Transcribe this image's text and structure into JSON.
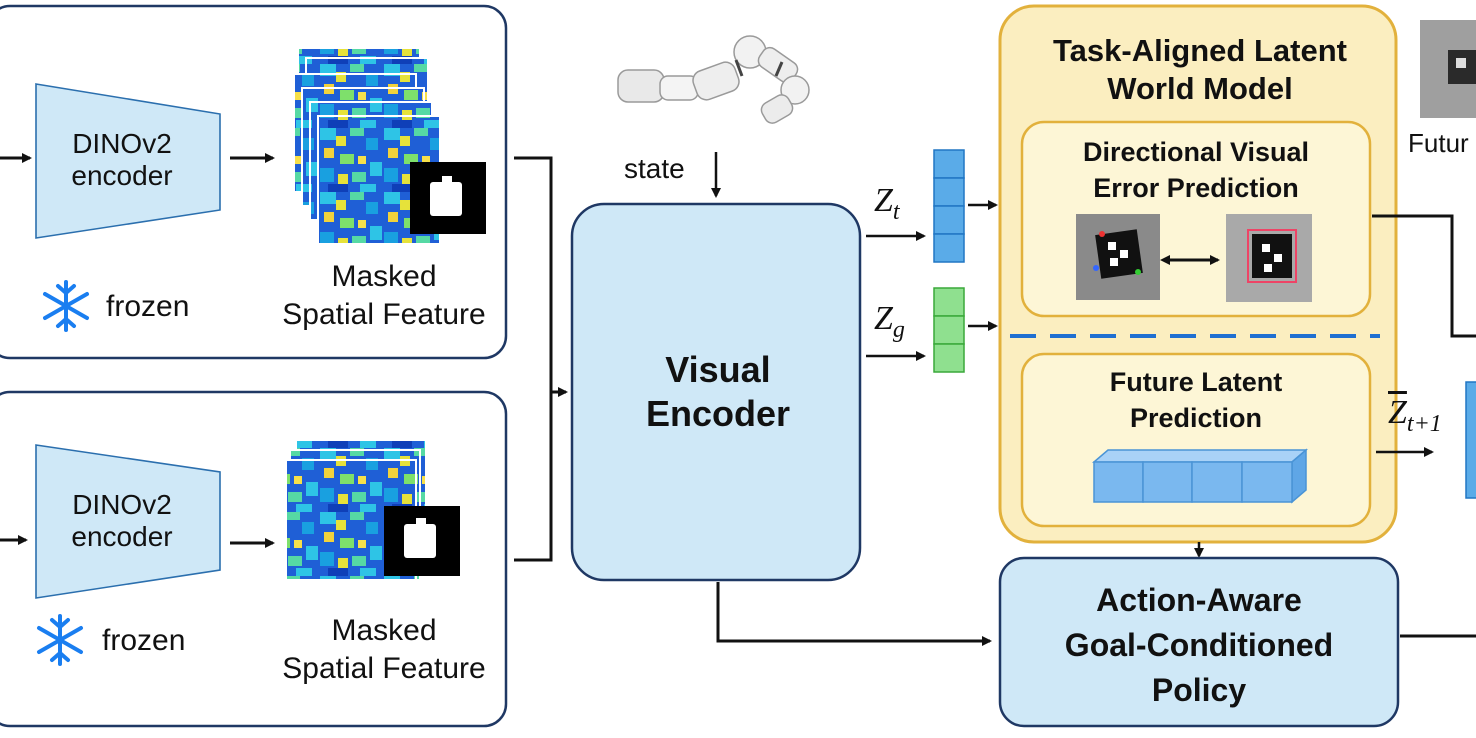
{
  "panels": [
    {
      "encoder_line1": "DINOv2",
      "encoder_line2": "encoder",
      "frozen_label": "frozen",
      "feature_line1": "Masked",
      "feature_line2": "Spatial Feature"
    },
    {
      "encoder_line1": "DINOv2",
      "encoder_line2": "encoder",
      "frozen_label": "frozen",
      "feature_line1": "Masked",
      "feature_line2": "Spatial Feature"
    }
  ],
  "state_label": "state",
  "visual_encoder": {
    "line1": "Visual",
    "line2": "Encoder"
  },
  "latents": {
    "zt_base": "Z",
    "zt_sub": "t",
    "zg_base": "Z",
    "zg_sub": "g",
    "zhat_base": "Z",
    "zhat_sub": "t+1"
  },
  "world_model": {
    "title_line1": "Task-Aligned Latent",
    "title_line2": "World Model",
    "dve_line1": "Directional Visual",
    "dve_line2": "Error Prediction",
    "flp_line1": "Future Latent",
    "flp_line2": "Prediction"
  },
  "policy": {
    "line1": "Action-Aware",
    "line2": "Goal-Conditioned",
    "line3": "Policy"
  },
  "future_label": "Futur",
  "colors": {
    "panel_border": "#1f3864",
    "light_blue": "#cfe8f7",
    "yellow_fill": "#fbeec0",
    "yellow_border": "#e2b13c",
    "inner_yellow": "#fdf6d6",
    "cube_blue": "#7ab8ef",
    "latent_blue": "#5aabe8",
    "latent_green": "#8fe08f",
    "dash_blue": "#1f6fd1",
    "snow_blue": "#1a7ef0"
  }
}
